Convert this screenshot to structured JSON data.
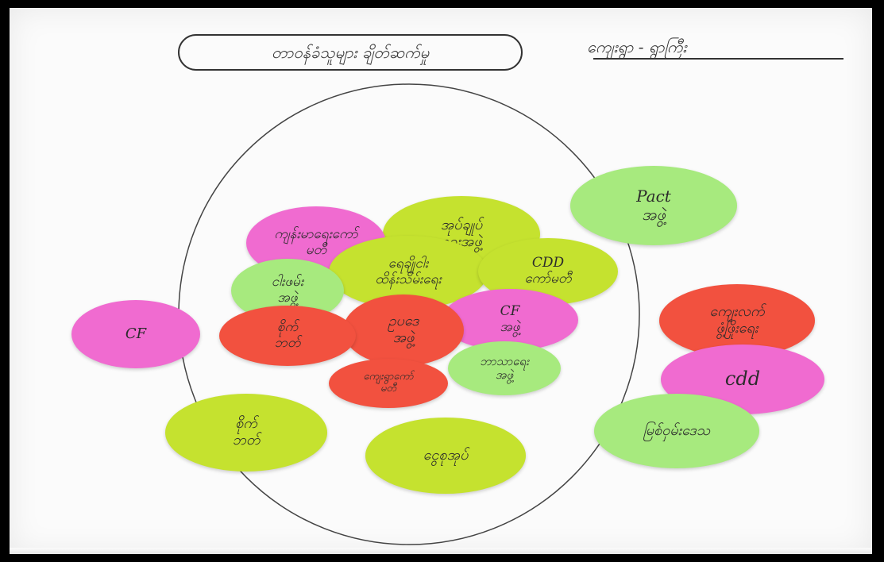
{
  "title": "တာဝန်ခံသူများ ချိတ်ဆက်မှု",
  "village": "ကျေးရွာ - ရွာကြီး",
  "nodes": [
    {
      "id": "pact",
      "label": "Pact\nအဖွဲ့",
      "color": "#a7ea7e"
    },
    {
      "id": "village-head",
      "label": "ကျေးလက်\nဖွံ့ဖြိုးရေး",
      "color": "#f2513f"
    },
    {
      "id": "cdd-outer",
      "label": "cdd",
      "color": "#f06bd0"
    },
    {
      "id": "mothers-group",
      "label": "မြစ်ဝှမ်းဒေသ",
      "color": "#a7ea7e"
    },
    {
      "id": "savings",
      "label": "ငွေစုအုပ်",
      "color": "#c5e22f"
    },
    {
      "id": "agri-outer",
      "label": "စိုက်\nဘတ်",
      "color": "#c5e22f"
    },
    {
      "id": "cf-outer",
      "label": "CF",
      "color": "#f06bd0"
    },
    {
      "id": "health",
      "label": "ကျန်းမာရေးကော်\nမတီ",
      "color": "#f06bd0"
    },
    {
      "id": "school",
      "label": "အုပ်ချုပ်\nရေးအဖွဲ့",
      "color": "#c5e22f"
    },
    {
      "id": "water",
      "label": "ရေချိုငါး\nထိန်းသိမ်းရေး",
      "color": "#c5e22f"
    },
    {
      "id": "cdd-inner",
      "label": "CDD\nကော်မတီ",
      "color": "#c5e22f"
    },
    {
      "id": "youth",
      "label": "ငါးဖမ်း\nအဖွဲ့",
      "color": "#a7ea7e"
    },
    {
      "id": "agri-inner",
      "label": "စိုက်\nဘတ်",
      "color": "#f2513f"
    },
    {
      "id": "women",
      "label": "ဥပဒေ\nအဖွဲ့",
      "color": "#f2513f"
    },
    {
      "id": "cf-inner",
      "label": "CF\nအဖွဲ့",
      "color": "#f06bd0"
    },
    {
      "id": "religious",
      "label": "ဘာသာရေး\nအဖွဲ့",
      "color": "#a7ea7e"
    },
    {
      "id": "village-comm",
      "label": "ကျေးရွာကော်\nမတီ",
      "color": "#f2513f"
    }
  ]
}
